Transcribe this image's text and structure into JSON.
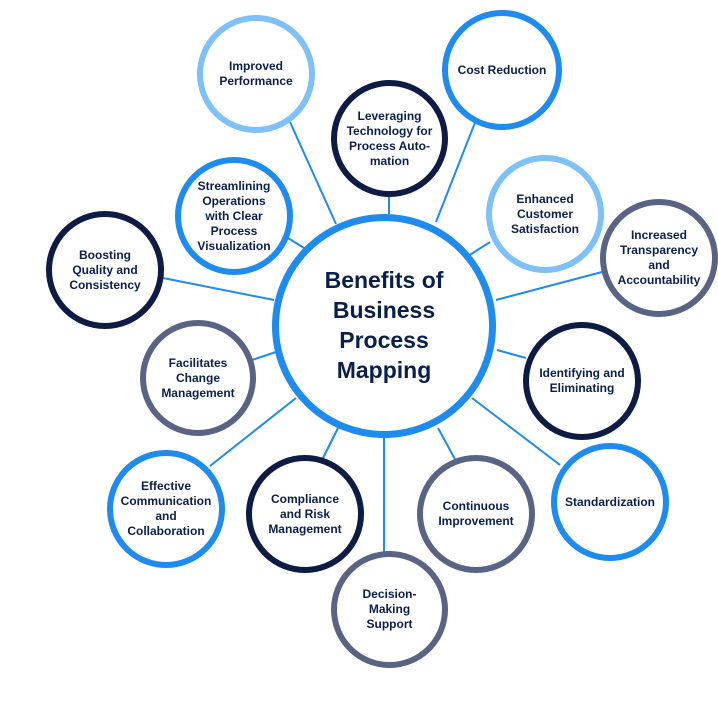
{
  "center": {
    "title": "Benefits of Business Process Mapping"
  },
  "colors": {
    "light_blue": "#7ec0f8",
    "blue": "#1d8bf0",
    "navy": "#0d1b45",
    "slate": "#596485",
    "connector": "#1d8bf0",
    "text": "#0b1f4b"
  },
  "benefits": [
    {
      "label": "Improved Performance",
      "color": "light_blue"
    },
    {
      "label": "Leveraging Technology for Process Auto-mation",
      "color": "navy"
    },
    {
      "label": "Cost Reduction",
      "color": "blue"
    },
    {
      "label": "Streamlining Operations with Clear Process Visualization",
      "color": "blue"
    },
    {
      "label": "Enhanced Customer Satisfaction",
      "color": "light_blue"
    },
    {
      "label": "Boosting Quality and Consistency",
      "color": "navy"
    },
    {
      "label": "Increased Transparency and Accountability",
      "color": "slate"
    },
    {
      "label": "Facilitates Change Management",
      "color": "slate"
    },
    {
      "label": "Identifying and Eliminating",
      "color": "navy"
    },
    {
      "label": "Effective Communication and Collaboration",
      "color": "blue"
    },
    {
      "label": "Compliance and Risk Management",
      "color": "navy"
    },
    {
      "label": "Continuous Improvement",
      "color": "slate"
    },
    {
      "label": "Standardization",
      "color": "blue"
    },
    {
      "label": "Decision-Making Support",
      "color": "slate"
    }
  ]
}
